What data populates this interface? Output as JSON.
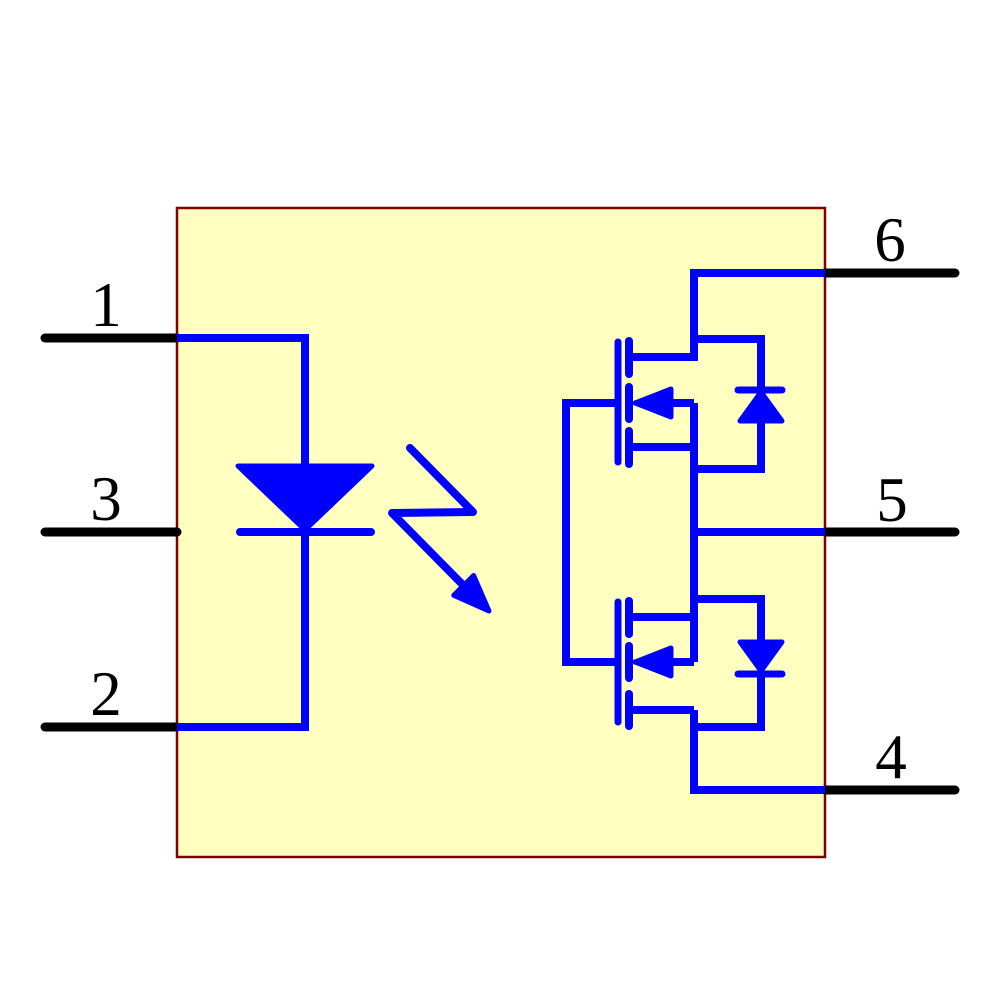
{
  "pins": {
    "p1": {
      "label": "1"
    },
    "p2": {
      "label": "2"
    },
    "p3": {
      "label": "3"
    },
    "p4": {
      "label": "4"
    },
    "p5": {
      "label": "5"
    },
    "p6": {
      "label": "6"
    }
  },
  "colors": {
    "background": "#ffffff",
    "wire_blue": "#0000ff",
    "body_fill": "#ffffc0",
    "body_border": "#7f0000",
    "pin_black": "#000000",
    "label_color": "#000000"
  }
}
